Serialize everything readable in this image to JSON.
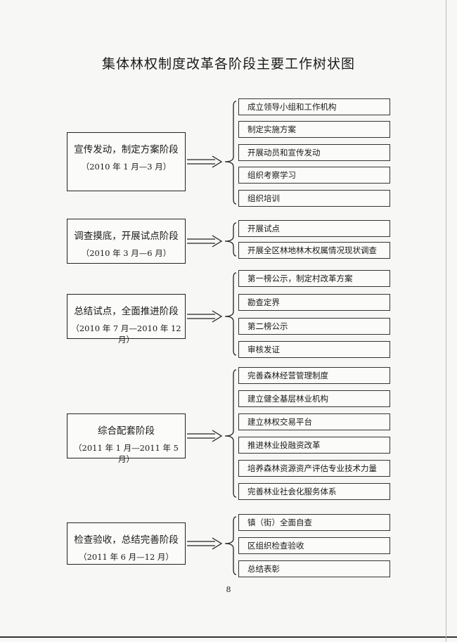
{
  "title": "集体林权制度改革各阶段主要工作树状图",
  "stages": [
    {
      "name": "宣传发动，制定方案阶段",
      "date": "（2010 年 1 月—3 月）",
      "items": [
        "成立领导小组和工作机构",
        "制定实施方案",
        "开展动员和宣传发动",
        "组织考察学习",
        "组织培训"
      ]
    },
    {
      "name": "调查摸底，开展试点阶段",
      "date": "（2010 年 3 月—6 月）",
      "items": [
        "开展试点",
        "开展全区林地林木权属情况现状调查"
      ]
    },
    {
      "name": "总结试点，全面推进阶段",
      "date": "（2010 年 7 月—2010 年 12 月）",
      "items": [
        "第一榜公示，制定村改革方案",
        "勘查定界",
        "第二榜公示",
        "审核发证"
      ]
    },
    {
      "name": "综合配套阶段",
      "date": "（2011 年 1 月—2011 年 5 月）",
      "items": [
        "完善森林经营管理制度",
        "建立健全基层林业机构",
        "建立林权交易平台",
        "推进林业投融资改革",
        "培养森林资源资产评估专业技术力量",
        "完善林业社会化服务体系"
      ]
    },
    {
      "name": "检查验收，总结完善阶段",
      "date": "（2011 年 6 月—12 月）",
      "items": [
        "镇（街）全面自查",
        "区组织检查验收",
        "总结表彰"
      ]
    }
  ],
  "page_number": "8"
}
